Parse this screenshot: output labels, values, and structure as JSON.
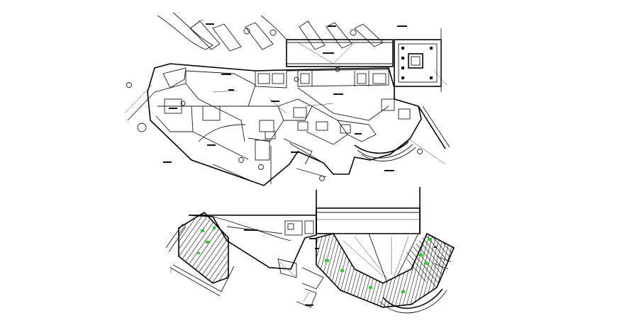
{
  "drawing": {
    "background": "#ffffff",
    "line_color": "#000000",
    "accent_color": "#2fd02f",
    "plans": [
      {
        "key": "upper-floor-plan",
        "symbols": 14
      },
      {
        "key": "lower-floor-plan",
        "symbols": 8
      }
    ]
  }
}
